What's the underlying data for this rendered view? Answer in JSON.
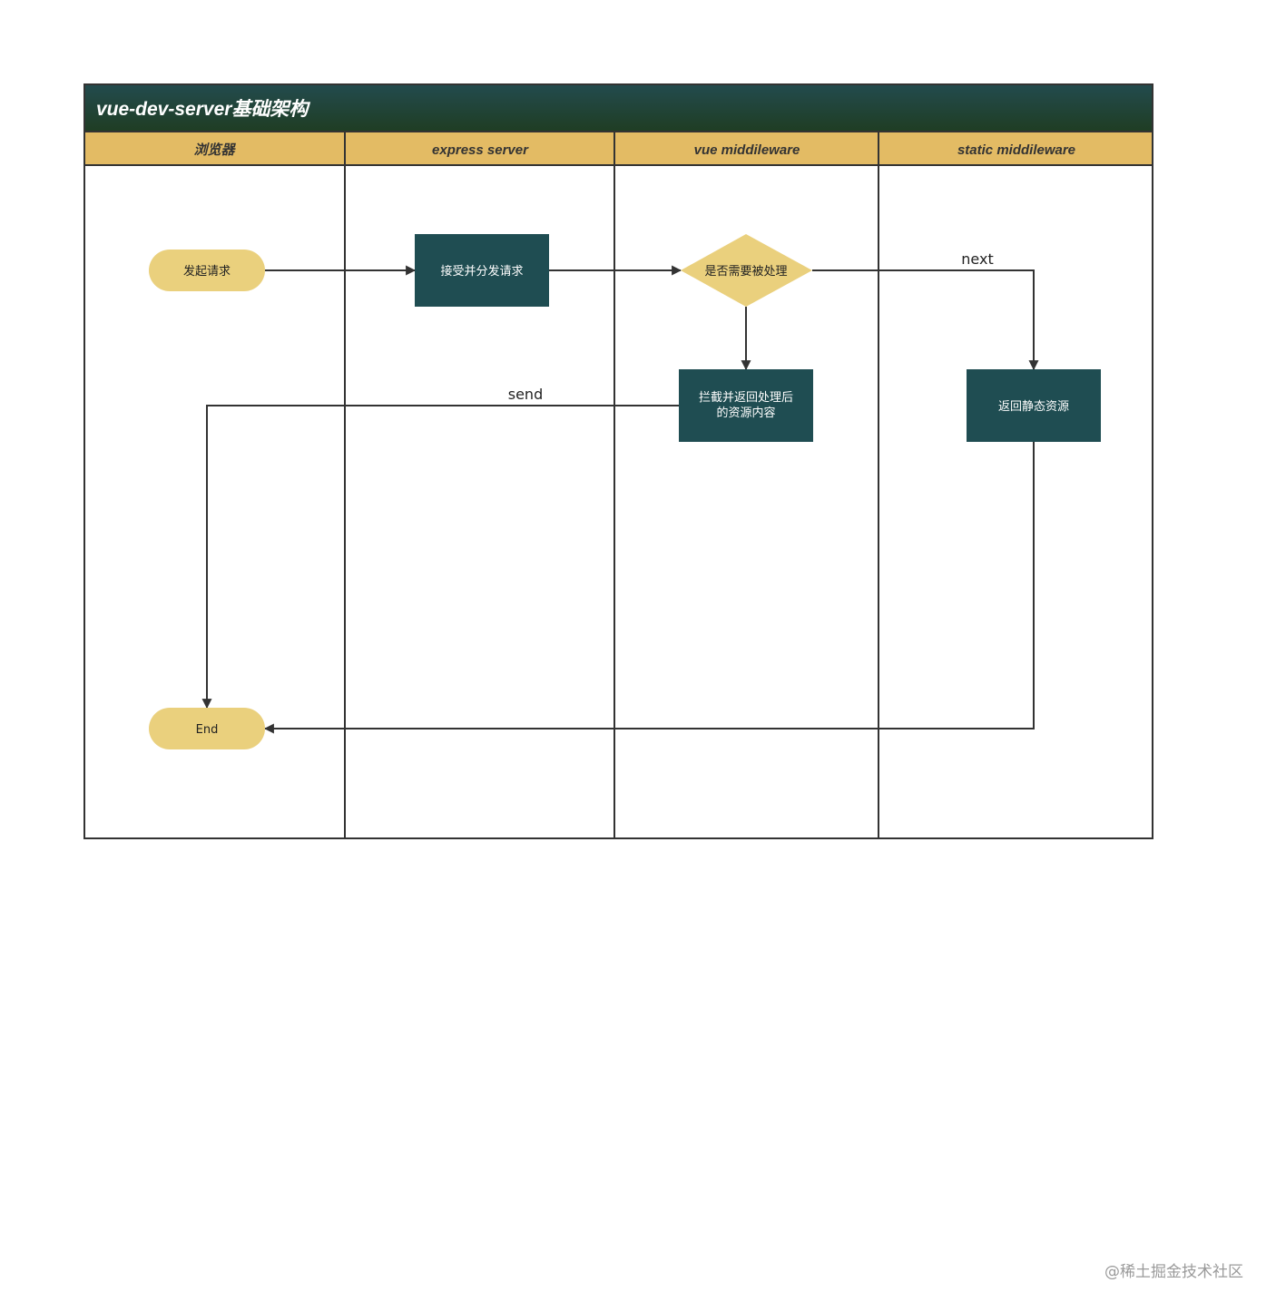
{
  "diagram": {
    "title": "vue-dev-server基础架构",
    "lanes": [
      {
        "label": "浏览器"
      },
      {
        "label": "express server"
      },
      {
        "label": "vue middileware"
      },
      {
        "label": "static middileware"
      }
    ],
    "nodes": {
      "start": {
        "label": "发起请求",
        "shape": "terminator"
      },
      "accept": {
        "label": "接受并分发请求",
        "shape": "process"
      },
      "decision": {
        "label": "是否需要被处理",
        "shape": "decision"
      },
      "intercept": {
        "line1": "拦截并返回处理后",
        "line2": "的资源内容",
        "shape": "process"
      },
      "static": {
        "label": "返回静态资源",
        "shape": "process"
      },
      "end": {
        "label": "End",
        "shape": "terminator"
      }
    },
    "edges": {
      "next": "next",
      "send": "send"
    },
    "colors": {
      "header_gradient_top": "#234b4e",
      "header_gradient_bottom": "#1f3d23",
      "lane_header": "#e3bb64",
      "process_fill": "#1f4d52",
      "terminator_fill": "#ead07d",
      "border": "#333333"
    }
  },
  "watermark": "@稀土掘金技术社区"
}
